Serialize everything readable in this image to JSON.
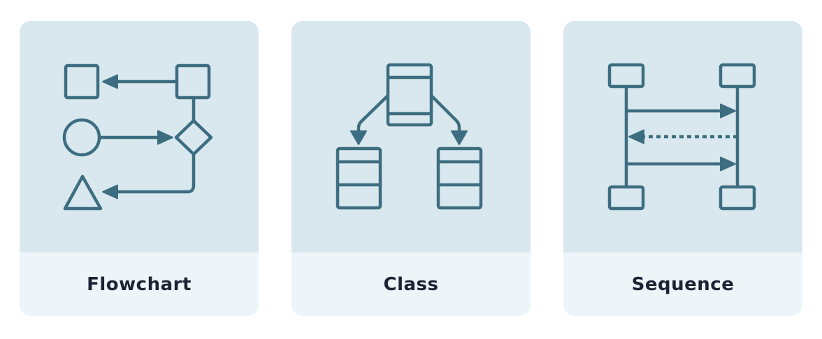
{
  "page": {
    "background": "#ffffff",
    "description": "Diagram type picker with three cards"
  },
  "colors": {
    "card_icon_background": "#d9e8ee",
    "card_footer_background": "#edf5f8",
    "icon_stroke": "#3d6d80",
    "label_text": "#1e2235"
  },
  "cards": [
    {
      "id": "flowchart",
      "label": "Flowchart",
      "icon": "flowchart-diagram-icon"
    },
    {
      "id": "class",
      "label": "Class",
      "icon": "class-diagram-icon"
    },
    {
      "id": "sequence",
      "label": "Sequence",
      "icon": "sequence-diagram-icon"
    }
  ]
}
